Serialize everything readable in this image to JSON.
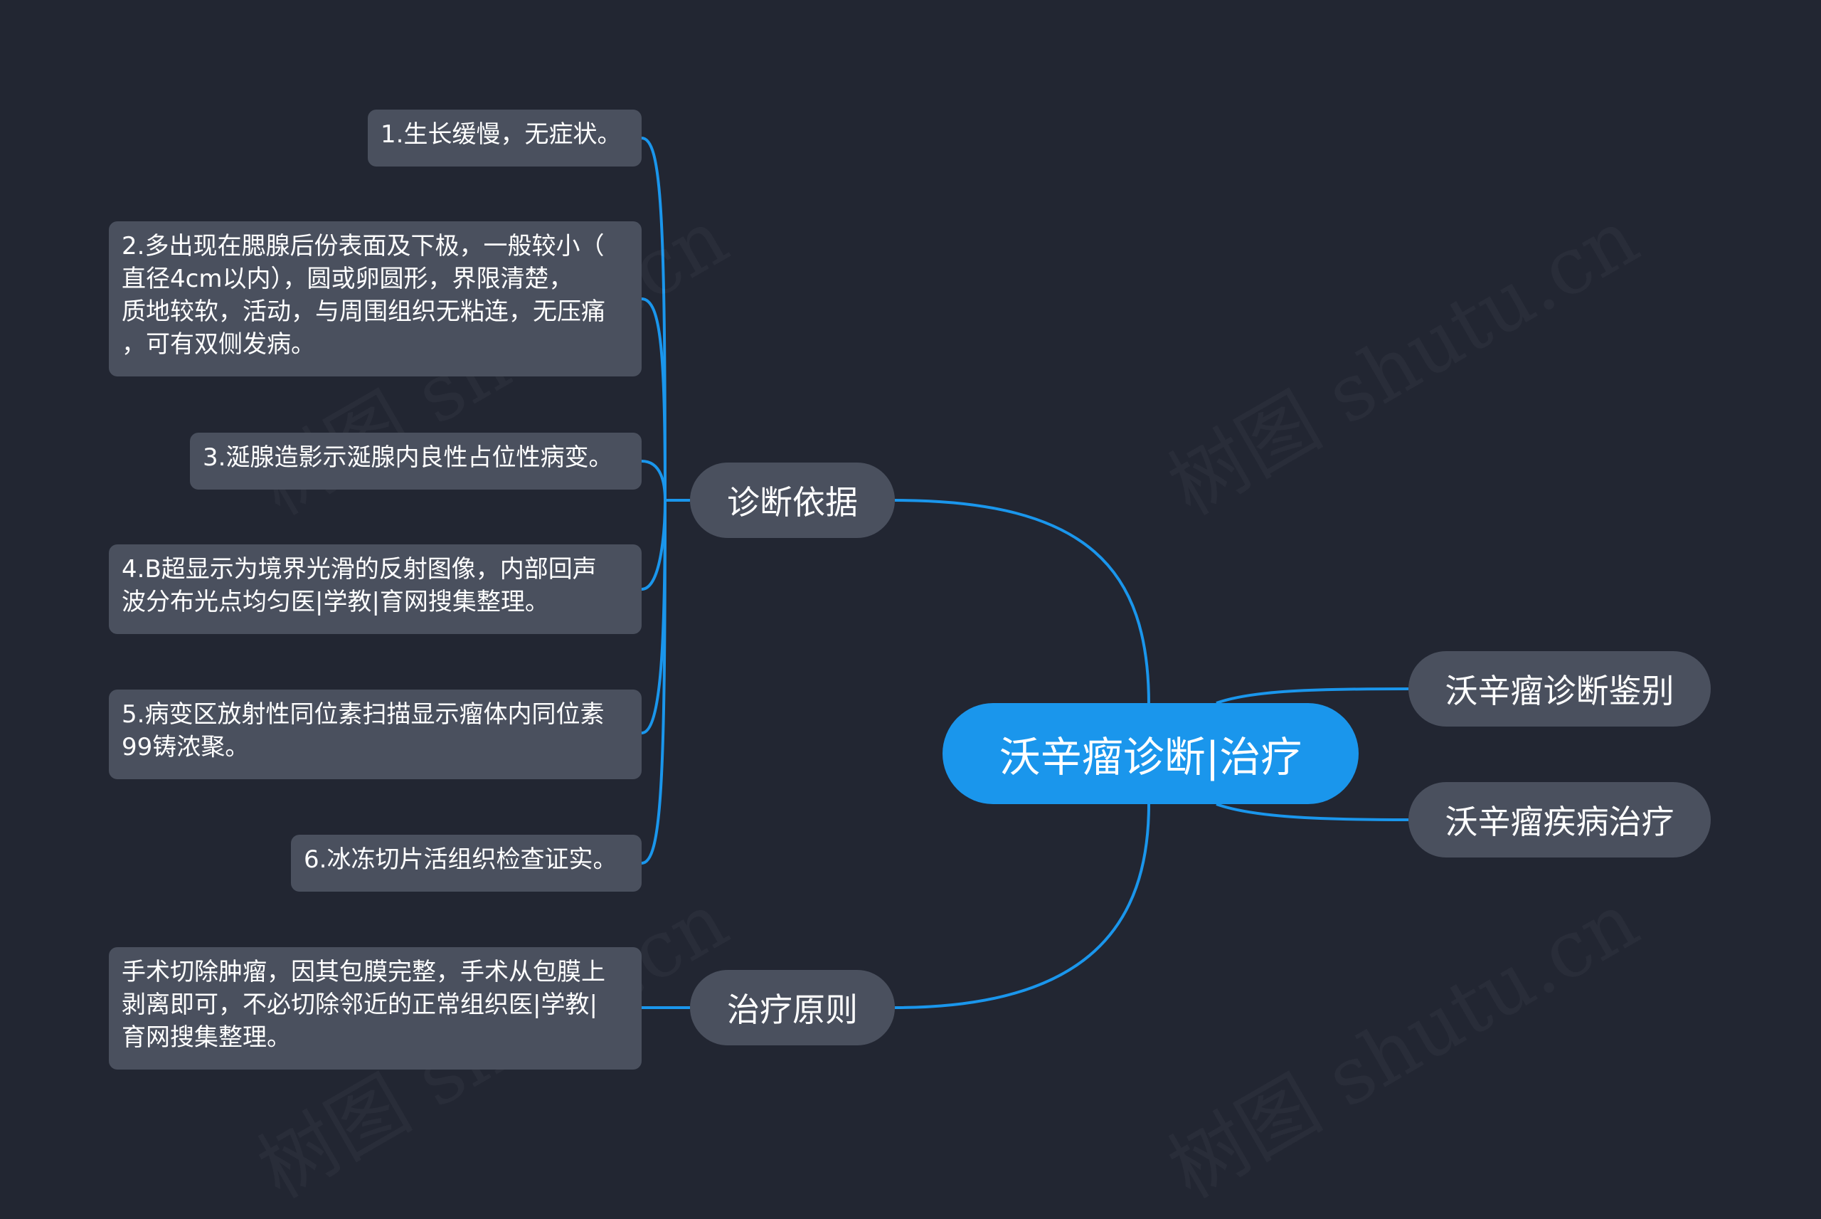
{
  "root": {
    "label": "沃辛瘤诊断|治疗"
  },
  "branches": {
    "diagnosis": {
      "label": "诊断依据"
    },
    "treatment_principle": {
      "label": "治疗原则"
    },
    "differential": {
      "label": "沃辛瘤诊断鉴别"
    },
    "disease_treatment": {
      "label": "沃辛瘤疾病治疗"
    }
  },
  "diagnosis_items": [
    "1.生长缓慢，无症状。",
    "2.多出现在腮腺后份表面及下极，一般较小（\n直径4cm以内），圆或卵圆形，界限清楚，\n质地较软，活动，与周围组织无粘连，无压痛\n，可有双侧发病。",
    "3.涎腺造影示涎腺内良性占位性病变。",
    "4.B超显示为境界光滑的反射图像，内部回声\n波分布光点均匀医|学教|育网搜集整理。",
    "5.病变区放射性同位素扫描显示瘤体内同位素\n99铸浓聚。",
    "6.冰冻切片活组织检查证实。"
  ],
  "treatment_items": [
    "手术切除肿瘤，因其包膜完整，手术从包膜上\n剥离即可，不必切除邻近的正常组织医|学教|\n育网搜集整理。"
  ],
  "colors": {
    "background": "#222632",
    "root": "#1a96ec",
    "node": "#4a505e",
    "edge": "#1a96ec"
  }
}
